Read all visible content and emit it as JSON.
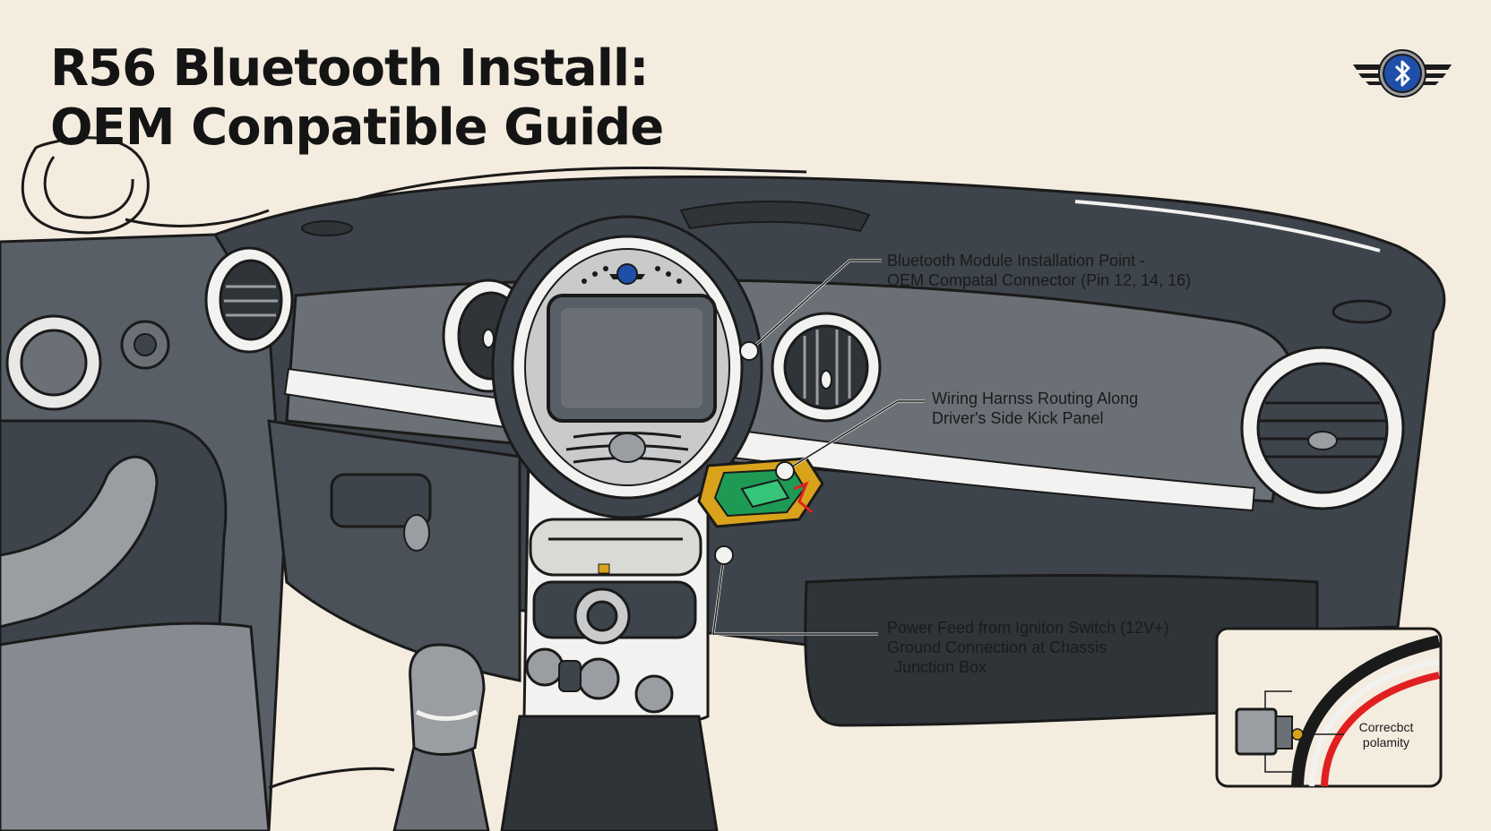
{
  "title": {
    "line1": "R56 Bluetooth Install:",
    "line2": "OEM Conpatible Guide"
  },
  "callouts": {
    "module": {
      "line1": "Bluetooth Module Installation Point -",
      "line2": "OEM Compatal Connector (Pin 12, 14, 16)"
    },
    "harness": {
      "line1": "Wiring Harnss Routing Along",
      "line2": "Driver's Side Kick Panel"
    },
    "power": {
      "line1": "Power Feed from Igniton Switch (12V+)",
      "line2": "Ground Connection at Chassis",
      "line3": "Junction Box"
    }
  },
  "inset": {
    "line1": "Correcbct",
    "line2": "polamity"
  },
  "icons": {
    "logo": "winged-bluetooth-logo-icon"
  },
  "colors": {
    "background": "#f4ecdf",
    "dash_dark": "#3e444b",
    "dash_mid": "#6b7077",
    "trim_white": "#f2f2f0",
    "module_green": "#1e9a55",
    "module_gold": "#d8a21a",
    "wire_red": "#e02020",
    "logo_blue": "#1f4fa8"
  }
}
